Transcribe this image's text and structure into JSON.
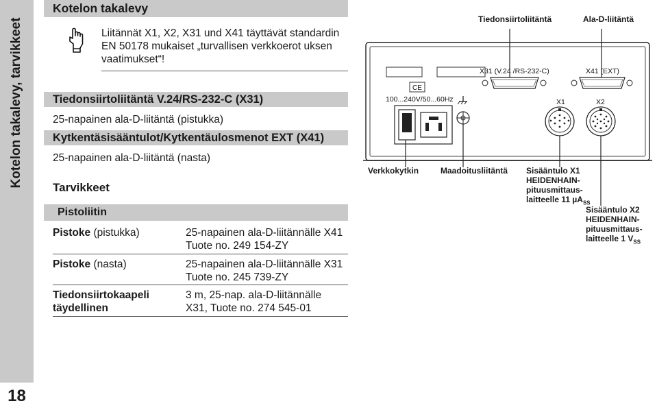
{
  "sidebar": {
    "title": "Kotelon takalevy, tarvikkeet",
    "page_number": "18"
  },
  "section_title": "Kotelon takalevy",
  "note": {
    "line1": "Liitännät X1, X2,  X31 und X41 täyttävät standardin",
    "line2": "EN 50178 mukaiset „turvallisen verkkoerot uksen",
    "line3": "vaatimukset“!"
  },
  "serial": {
    "heading": "Tiedonsiirtoliitäntä V.24/RS-232-C (X31)",
    "desc": "25-napainen ala-D-liitäntä (pistukka)"
  },
  "switch": {
    "heading": "Kytkentäsisääntulot/Kytkentäulosmenot EXT (X41)",
    "desc": "25-napainen ala-D-liitäntä (nasta)"
  },
  "accessories": {
    "heading": "Tarvikkeet",
    "subheading": "Pistoliitin",
    "items": [
      {
        "name_bold": "Pistoke",
        "name_rest": " (pistukka)",
        "desc_line1": "25-napainen ala-D-liitännälle X41",
        "desc_line2": "Tuote no. 249 154-ZY"
      },
      {
        "name_bold": "Pistoke",
        "name_rest": " (nasta)",
        "desc_line1": "25-napainen ala-D-liitännälle X31",
        "desc_line2": "Tuote no. 245 739-ZY"
      },
      {
        "name_bold": "Tiedonsiirtokaapeli",
        "name_line2": "täydellinen",
        "desc_line1": "3 m, 25-nap. ala-D-liitännälle",
        "desc_line2": "X31, Tuote no. 274 545-01"
      }
    ]
  },
  "diagram": {
    "top_label_serial": "Tiedonsiirtoliitäntä",
    "top_label_sub_d": "Ala-D-liitäntä",
    "x31_label": "X31 (V.24 /RS-232-C)",
    "x41_label": "X41 (EXT)",
    "x1_label": "X1",
    "x2_label": "X2",
    "voltage_label": "100...240V/50...60Hz",
    "ce_mark": "CE",
    "power_switch_label": "Verkkokytkin",
    "ground_label": "Maadoitusliitäntä",
    "input1": {
      "line1": "Sisääntulo X1",
      "line2": "HEIDENHAIN-",
      "line3": "pituusmittaus-",
      "line4": "laitteelle 11 µA",
      "unit_sub": "SS"
    },
    "input2": {
      "line1": "Sisääntulo X2",
      "line2": "HEIDENHAIN-",
      "line3": "pituusmittaus-",
      "line4": "laitteelle 1 V",
      "unit_sub": "SS"
    }
  }
}
